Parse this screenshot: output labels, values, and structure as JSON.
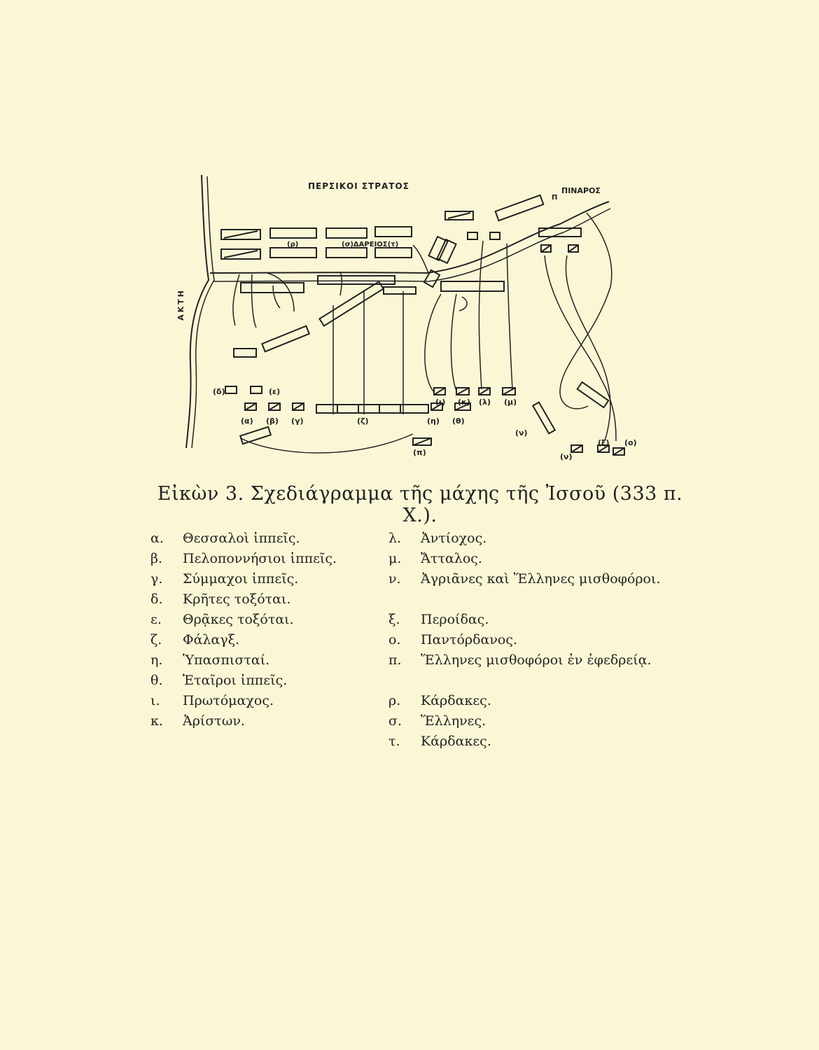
{
  "diagram": {
    "labels": {
      "persian_army": "ΠΕΡΣΙΚΟΙ ΣΤΡΑΤΟΣ",
      "river": "ΠΙΝΑΡΟΣ",
      "river_mark": "Π",
      "coast": "ΑΚΤΗ",
      "darius": "(σ)ΔΑΡΕΙΟΣ(τ)",
      "unit_rho": "(ρ)"
    },
    "unit_labels": {
      "delta": "(δ)",
      "epsilon": "(ε)",
      "alpha": "(α)",
      "beta": "(β)",
      "gamma": "(γ)",
      "zeta": "(ζ)",
      "eta": "(η)",
      "theta": "(θ)",
      "iota": "(ι)",
      "kappa": "(κ)",
      "lambda": "(λ)",
      "mu": "(μ)",
      "nu1": "(ν)",
      "nu2": "(ν)",
      "xi": "(ξ)",
      "omicron": "(ο)",
      "pi": "(π)"
    }
  },
  "caption": "Εἰκὼν 3. Σχεδιάγραμμα τῆς μάχης τῆς Ἰσσοῦ (333 π. Χ.).",
  "legend_left": [
    {
      "key": "α.",
      "text": "Θεσσαλοὶ ἱππεῖς."
    },
    {
      "key": "β.",
      "text": "Πελοποννήσιοι ἱππεῖς."
    },
    {
      "key": "γ.",
      "text": "Σύμμαχοι ἱππεῖς."
    },
    {
      "key": "δ.",
      "text": "Κρῆτες τοξόται."
    },
    {
      "key": "ε.",
      "text": "Θρᾷκες τοξόται."
    },
    {
      "key": "ζ.",
      "text": "Φάλαγξ."
    },
    {
      "key": "η.",
      "text": "Ὑπασπισταί."
    },
    {
      "key": "θ.",
      "text": "Ἑταῖροι ἱππεῖς."
    },
    {
      "key": "ι.",
      "text": "Πρωτόμαχος."
    },
    {
      "key": "κ.",
      "text": "Ἀρίστων."
    }
  ],
  "legend_right": [
    {
      "key": "λ.",
      "text": "Ἀντίοχος."
    },
    {
      "key": "μ.",
      "text": "Ἄτταλος."
    },
    {
      "key": "ν.",
      "text": "Ἀγριᾶνες καὶ Ἕλληνες μισθοφόροι."
    },
    {
      "key": "",
      "text": ""
    },
    {
      "key": "ξ.",
      "text": "Περοίδας."
    },
    {
      "key": "ο.",
      "text": "Παντόρδανος."
    },
    {
      "key": "π.",
      "text": "Ἕλληνες μισθοφόροι ἐν ἐφεδρείᾳ."
    },
    {
      "key": "",
      "text": ""
    },
    {
      "key": "ρ.",
      "text": "Κάρδακες."
    },
    {
      "key": "σ.",
      "text": "Ἕλληνες."
    },
    {
      "key": "τ.",
      "text": "Κάρδακες."
    }
  ]
}
